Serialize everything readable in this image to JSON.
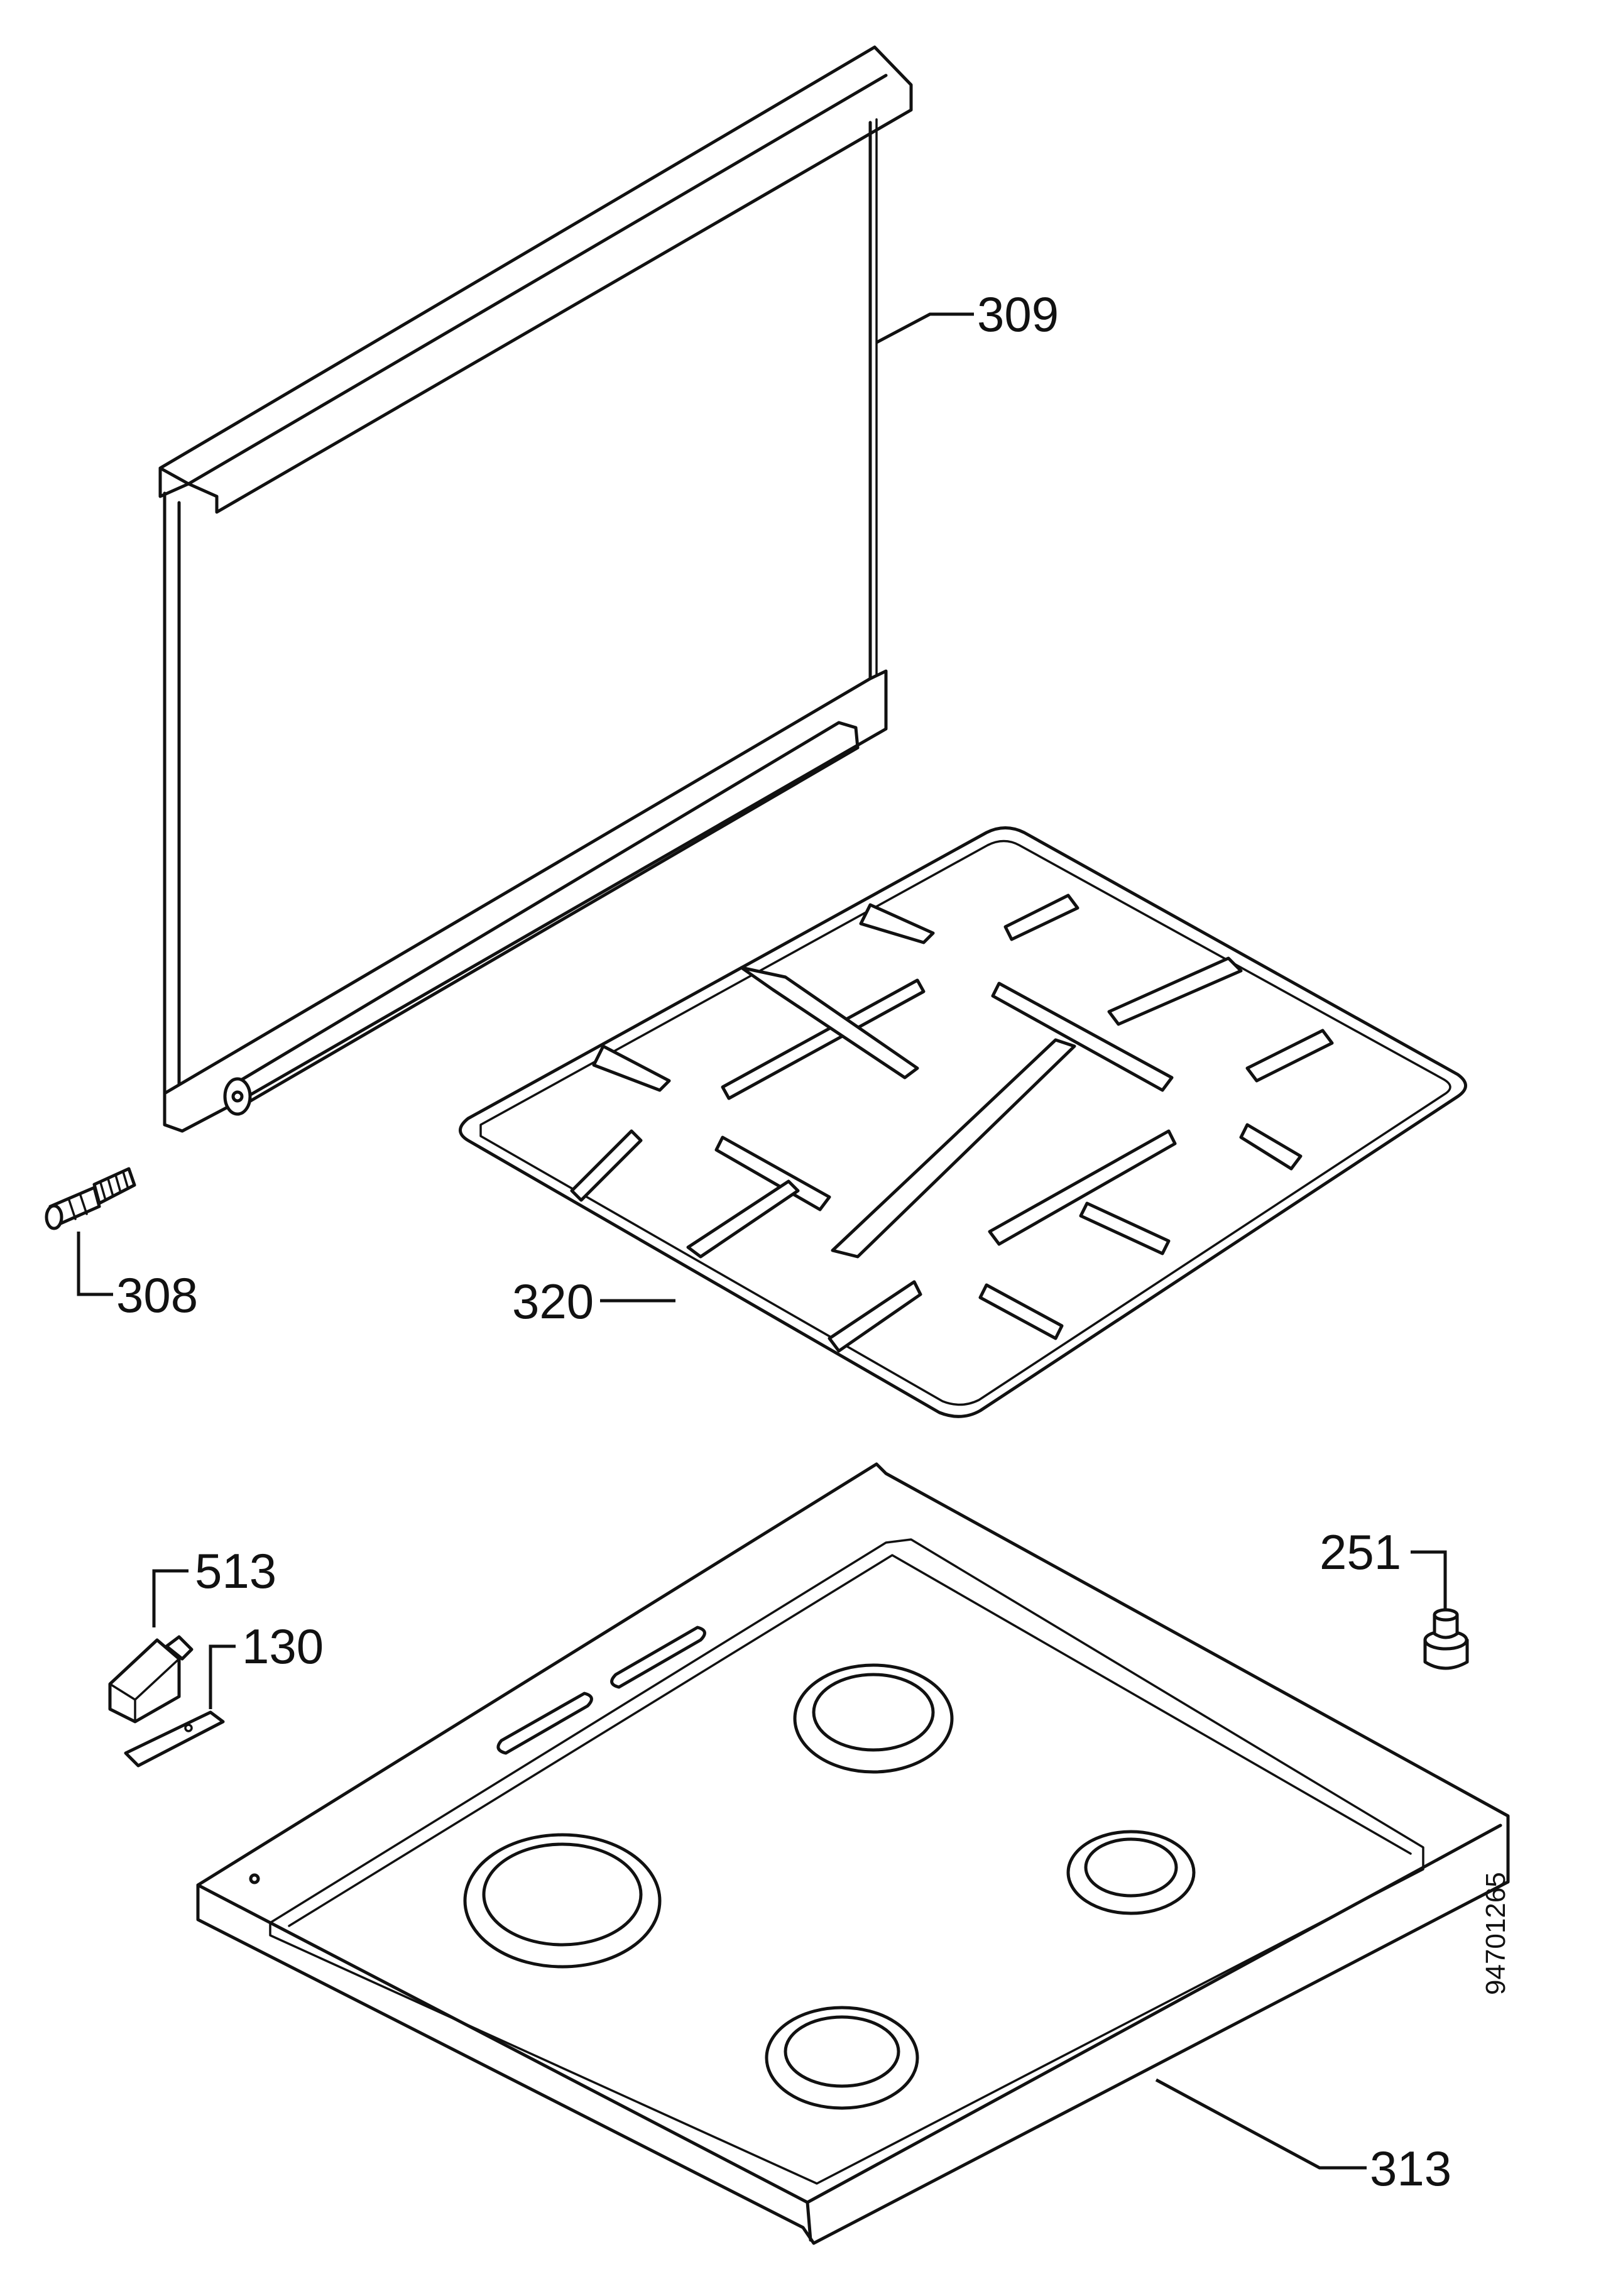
{
  "callouts": {
    "c309": "309",
    "c308": "308",
    "c320": "320",
    "c513": "513",
    "c130": "130",
    "c251": "251",
    "c313": "313"
  },
  "drawing_code": "94701265"
}
